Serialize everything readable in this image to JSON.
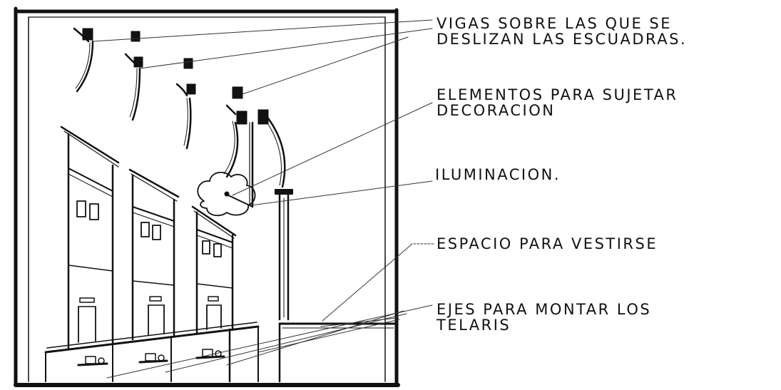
{
  "labels": {
    "vigas": [
      "VIGAS SOBRE LAS QUE SE",
      "DESLIZAN LAS ESCUADRAS."
    ],
    "elementos": [
      "ELEMENTOS PARA SUJETAR",
      "DECORACION"
    ],
    "iluminacion": [
      "ILUMINACION."
    ],
    "espacio": [
      "ESPACIO PARA VESTIRSE"
    ],
    "ejes": [
      "EJES PARA MONTAR LOS",
      "TELARIS"
    ]
  },
  "colors": {
    "ink": "#111111",
    "paper": "#ffffff"
  }
}
